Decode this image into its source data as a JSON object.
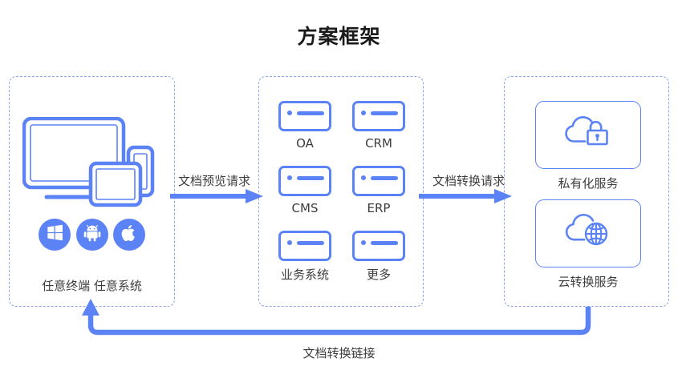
{
  "title": "方案框架",
  "theme": {
    "accent": "#5b83f5",
    "panel_border": "#8ca4ef",
    "text": "#3d3d3d",
    "title_color": "#1a1a1a",
    "background": "#ffffff"
  },
  "panels": {
    "left": {
      "name": "terminals",
      "caption": "任意终端 任意系统",
      "devices": [
        "monitor",
        "tablet",
        "phone"
      ],
      "os_badges": [
        {
          "name": "windows",
          "icon": "windows-icon"
        },
        {
          "name": "android",
          "icon": "android-icon"
        },
        {
          "name": "apple",
          "icon": "apple-icon"
        }
      ]
    },
    "middle": {
      "name": "business-systems",
      "systems": [
        {
          "label": "OA"
        },
        {
          "label": "CRM"
        },
        {
          "label": "CMS"
        },
        {
          "label": "ERP"
        },
        {
          "label": "业务系统"
        },
        {
          "label": "更多"
        }
      ]
    },
    "right": {
      "name": "conversion-services",
      "services": [
        {
          "label": "私有化服务",
          "icon": "cloud-lock-icon"
        },
        {
          "label": "云转换服务",
          "icon": "cloud-globe-icon"
        }
      ]
    }
  },
  "connectors": {
    "flow1": "文档预览请求",
    "flow2": "文档转换请求",
    "return": "文档转换链接"
  }
}
